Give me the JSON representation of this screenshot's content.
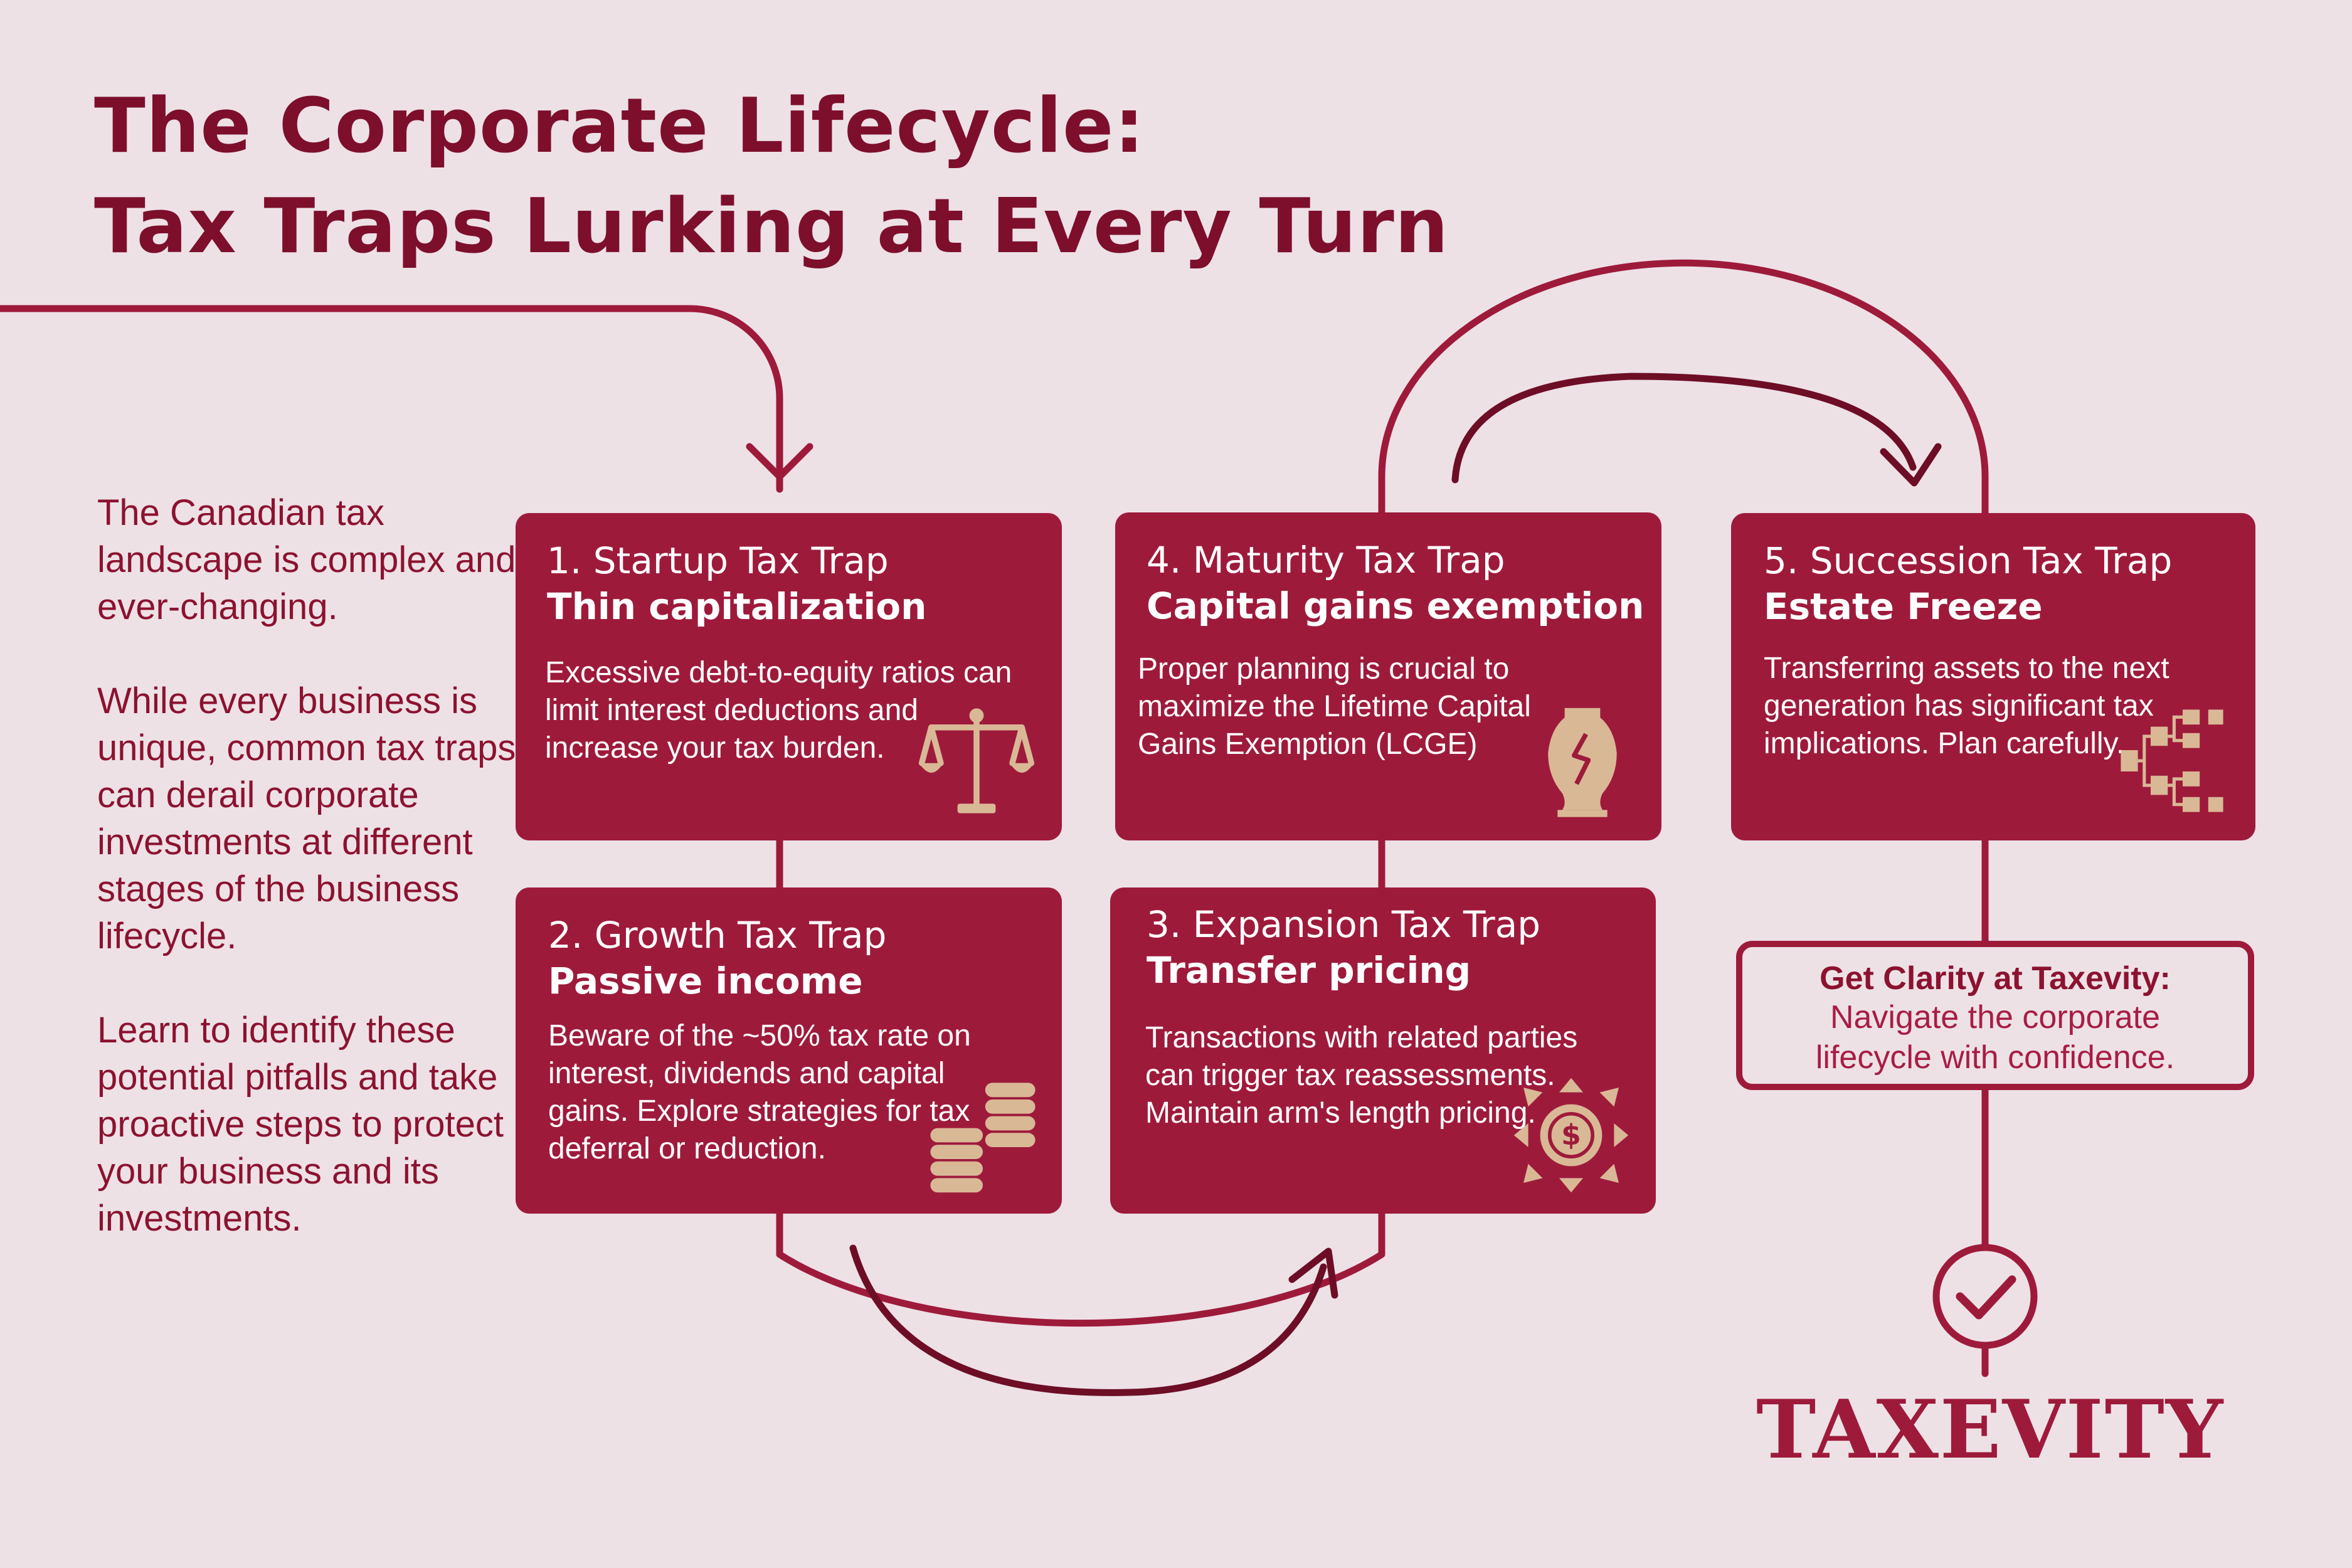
{
  "title": {
    "line1": "The Corporate Lifecycle:",
    "line2": "Tax Traps Lurking at Every Turn"
  },
  "intro": {
    "p1": "The Canadian tax landscape is complex and ever-changing.",
    "p2": "While every business is unique, common tax traps can derail corporate investments at different stages of the business lifecycle.",
    "p3": "Learn to identify these potential pitfalls and take proactive steps to protect your business and its investments."
  },
  "cards": {
    "startup": {
      "stage": "1. Startup Tax Trap",
      "trap": "Thin capitalization",
      "desc": "Excessive debt-to-equity ratios can limit interest deductions and increase your tax burden.",
      "icon": "scales-icon"
    },
    "growth": {
      "stage": "2. Growth Tax Trap",
      "trap": "Passive income",
      "desc": "Beware of the ~50% tax rate on interest, dividends and capital gains. Explore strategies for tax deferral or reduction.",
      "icon": "coin-stacks-icon"
    },
    "expansion": {
      "stage": "3. Expansion Tax Trap",
      "trap": "Transfer pricing",
      "desc": "Transactions with related parties can trigger tax reassessments. Maintain arm's length pricing.",
      "icon": "dollar-arrows-icon"
    },
    "maturity": {
      "stage": "4. Maturity Tax Trap",
      "trap": "Capital gains exemption",
      "desc": "Proper planning is crucial to maximize the Lifetime Capital Gains Exemption (LCGE)",
      "icon": "broken-vase-icon"
    },
    "succession": {
      "stage": "5. Succession Tax Trap",
      "trap": "Estate Freeze",
      "desc": "Transferring assets to the next generation has significant tax implications. Plan carefully.",
      "icon": "hierarchy-icon"
    }
  },
  "cta": {
    "title": "Get Clarity at Taxevity:",
    "text": "Navigate the corporate lifecycle with confidence."
  },
  "logo": "TAXEVITY",
  "colors": {
    "background": "#ede1e6",
    "card": "#9e1a3b",
    "title": "#7d0f2c",
    "line": "#9e1a3b",
    "arrow_dark": "#6e0d26",
    "icon": "#d9b896"
  }
}
